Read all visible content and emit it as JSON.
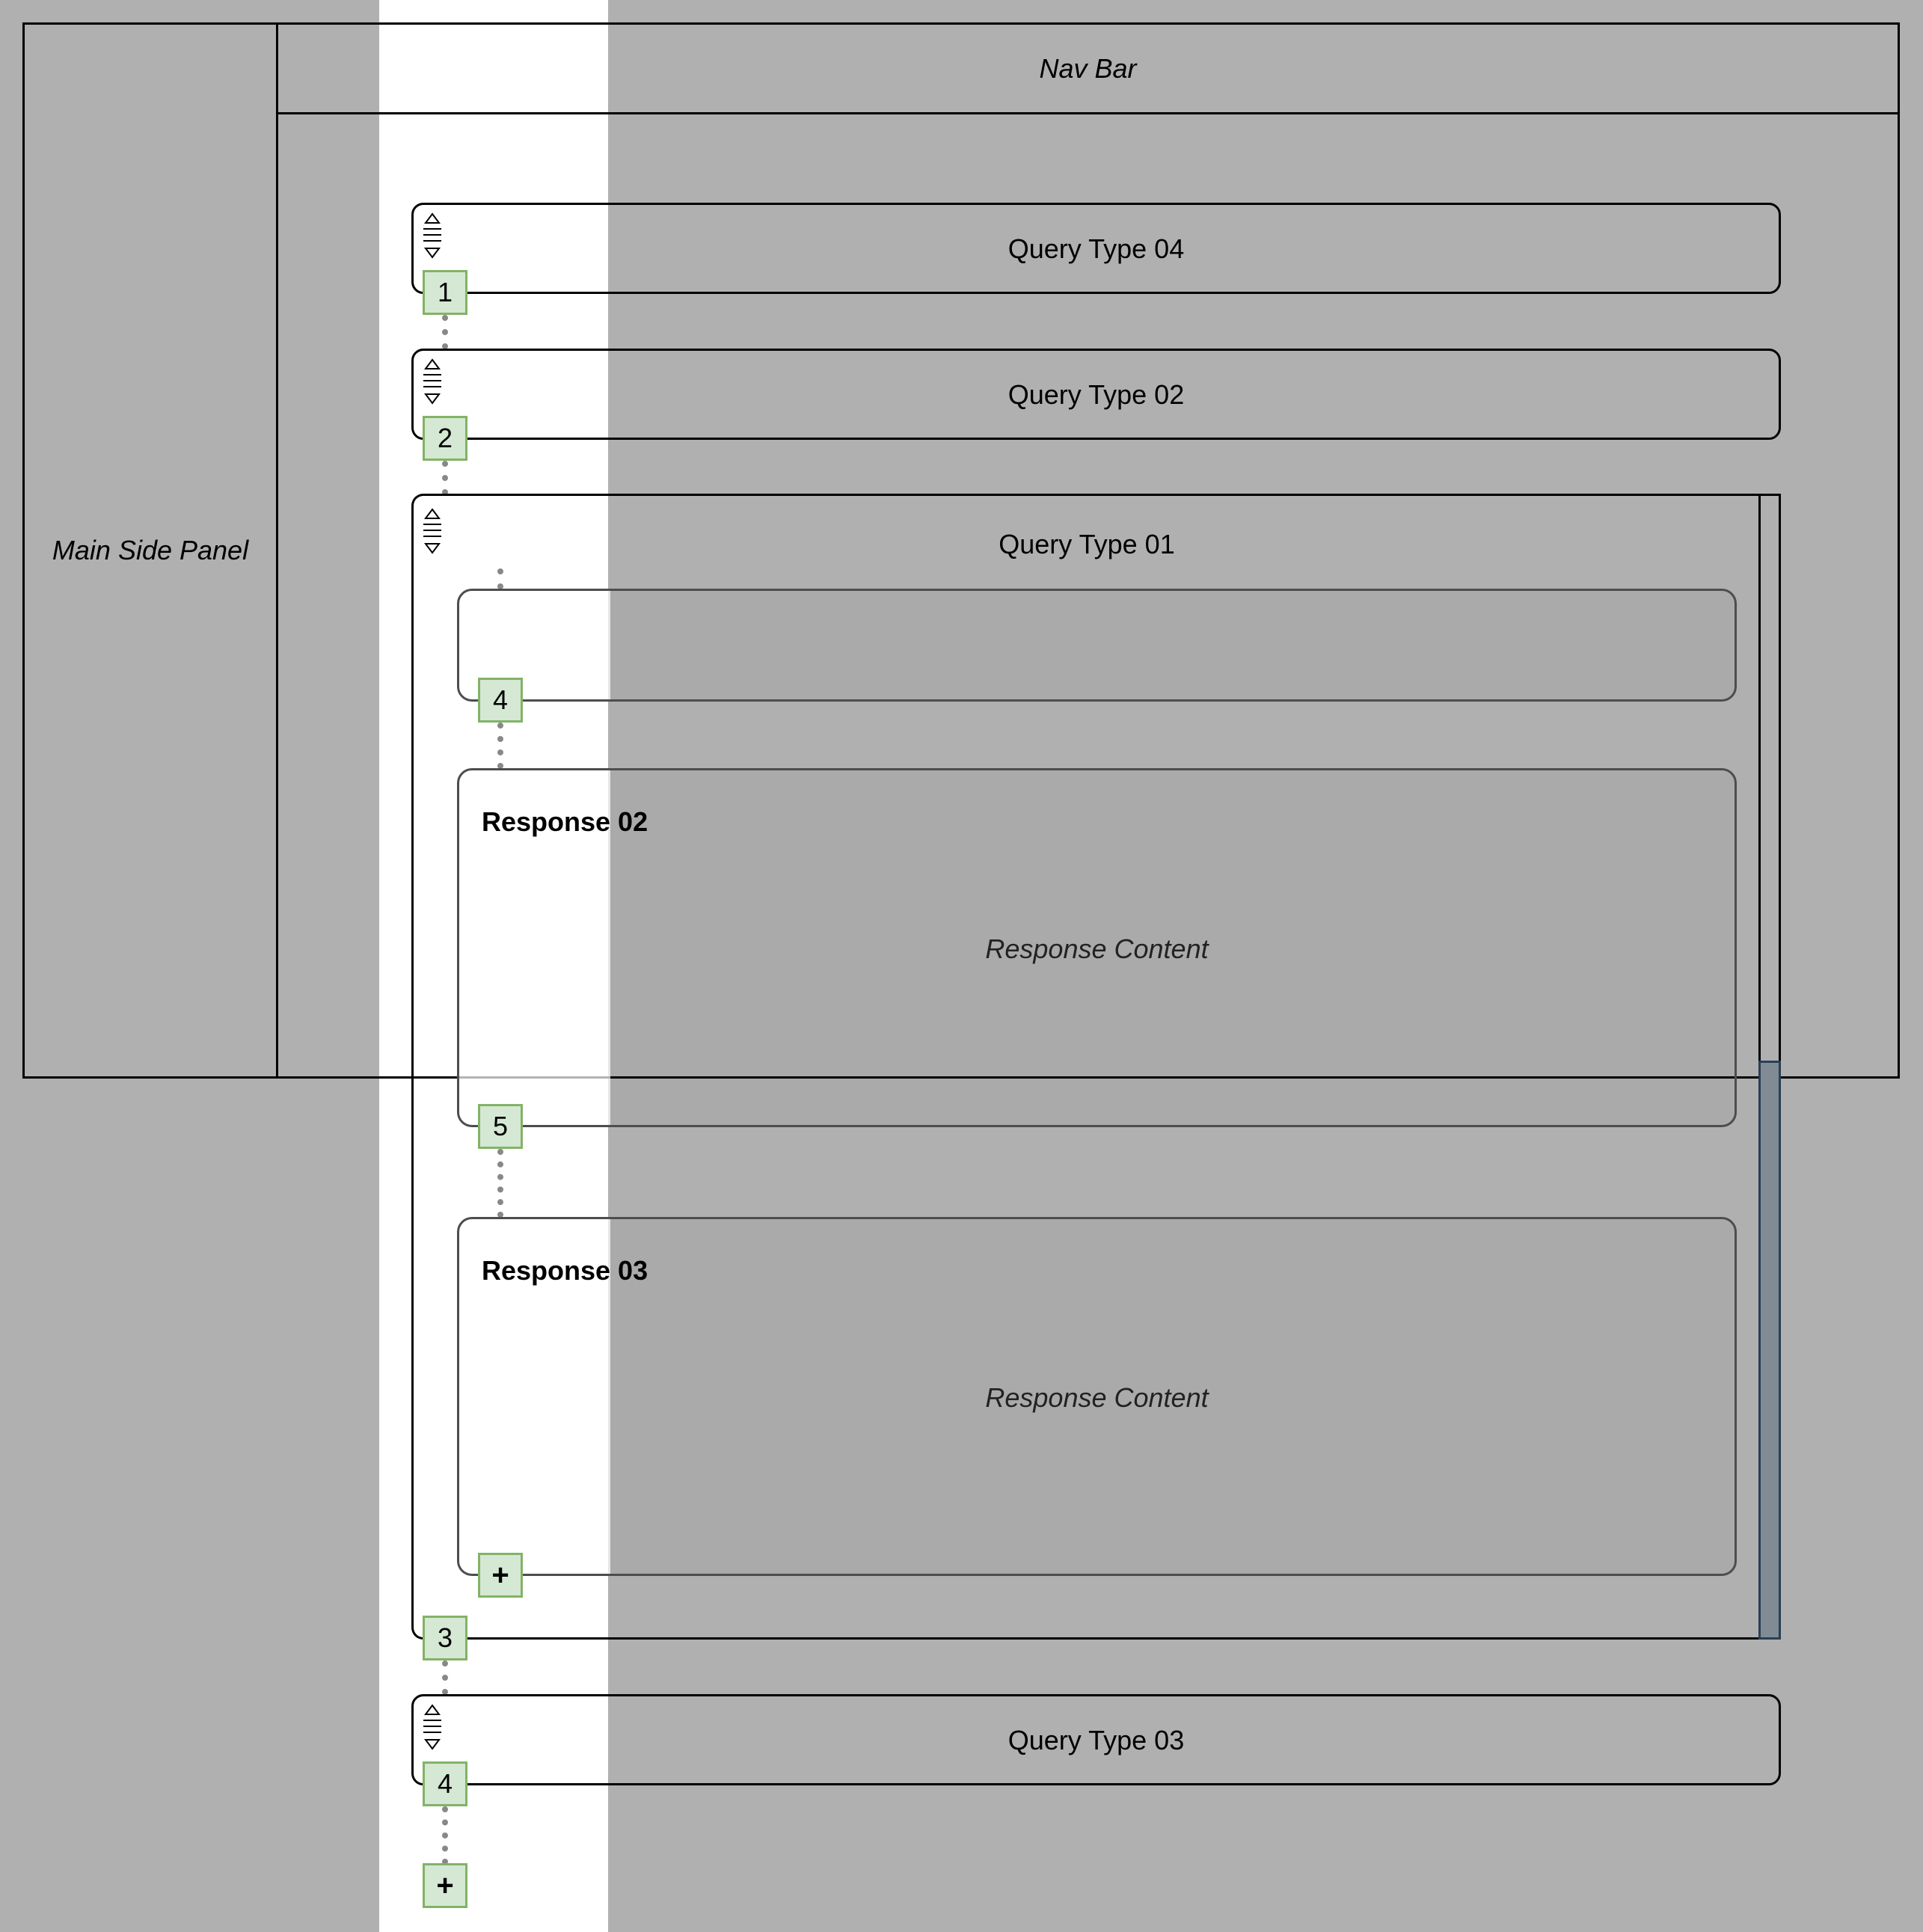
{
  "layout_labels": {
    "main_side_panel": "Main Side Panel",
    "nav_bar": "Nav Bar"
  },
  "queries": [
    {
      "label": "Query Type 04",
      "badge": "1"
    },
    {
      "label": "Query Type 02",
      "badge": "2"
    },
    {
      "label": "Query Type 01",
      "badge": "3"
    },
    {
      "label": "Query Type 03",
      "badge": "4"
    }
  ],
  "expanded_query": {
    "responses": [
      {
        "title": "",
        "content": "",
        "badge": "4"
      },
      {
        "title": "Response 02",
        "content": "Response Content",
        "badge": "5"
      },
      {
        "title": "Response 03",
        "content": "Response Content",
        "badge": "+"
      }
    ]
  },
  "add_query_label": "+",
  "colors": {
    "background": "#b0b0b0",
    "highlight_strip": "#ffffff",
    "badge_fill": "#d5e8d4",
    "badge_border": "#82b366",
    "connector": "#888888",
    "scroll_thumb": "#808b94"
  }
}
